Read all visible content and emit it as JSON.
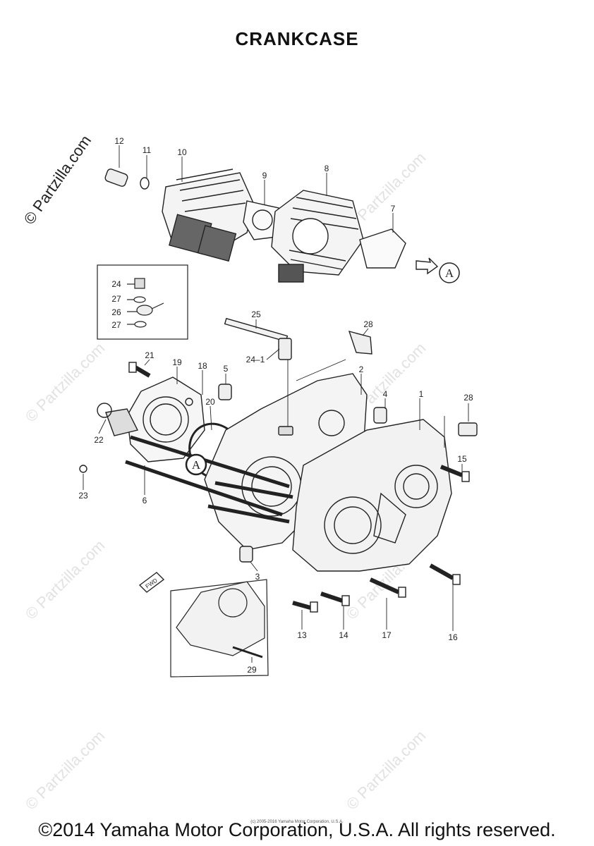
{
  "title": "CRANKCASE",
  "footer": "©2014 Yamaha Motor Corporation, U.S.A. All rights reserved.",
  "tiny_copyright": "(c) 2005-2016 Yamaha Motor Corporation, U.S.A.",
  "watermark": "© Partzilla.com",
  "reference_marker": "A",
  "fwd_label": "FWD",
  "callouts": {
    "p1": "1",
    "p2": "2",
    "p3": "3",
    "p4": "4",
    "p5": "5",
    "p6": "6",
    "p7": "7",
    "p8": "8",
    "p9": "9",
    "p10": "10",
    "p11": "11",
    "p12": "12",
    "p13": "13",
    "p14": "14",
    "p15": "15",
    "p16": "16",
    "p17": "17",
    "p18": "18",
    "p19": "19",
    "p20": "20",
    "p21": "21",
    "p22": "22",
    "p23": "23",
    "p24": "24",
    "p24_1": "24–1",
    "p25": "25",
    "p26": "26",
    "p27a": "27",
    "p27b": "27",
    "p28a": "28",
    "p28b": "28",
    "p29": "29"
  }
}
